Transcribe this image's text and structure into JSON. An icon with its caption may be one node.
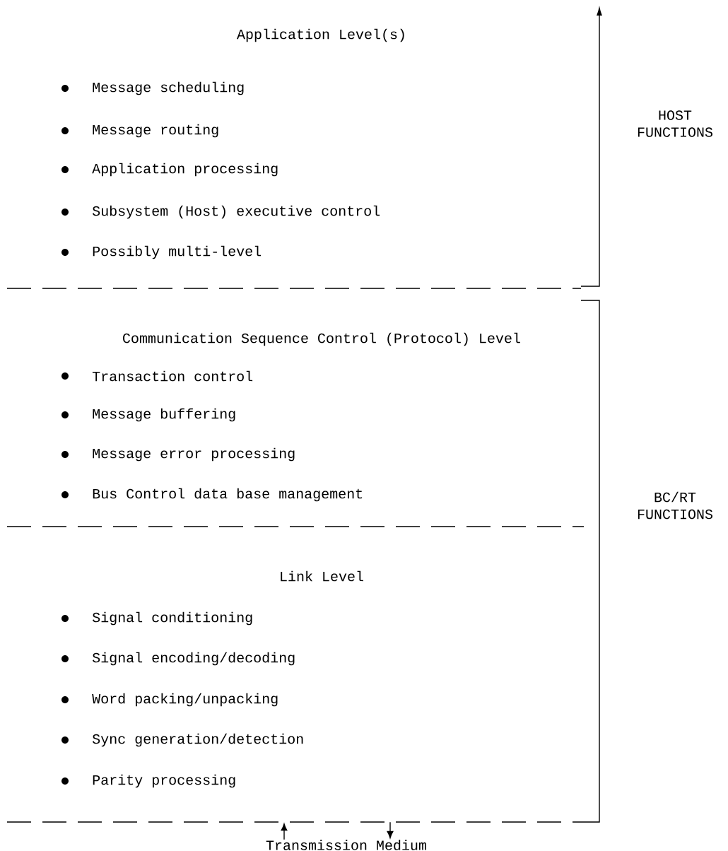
{
  "diagram": {
    "nodes": [
      {
        "text": [
          "Application Level(s)",
          "Message scheduling",
          "Message routing",
          "Application processing",
          "Subsystem (Host) executive control",
          "Possibly multi-level"
        ]
      },
      {
        "text": [
          "Communication Sequence Control (Protocol) Level",
          "Transaction control",
          "Message buffering",
          "Message error processing",
          "Bus Control data base management"
        ]
      },
      {
        "text": [
          "Link Level",
          "Signal conditioning",
          "Signal encoding/decoding",
          "Word packing/unpacking",
          "Sync generation/detection",
          "Parity processing"
        ]
      },
      {
        "text": [
          "Transmission Medium"
        ]
      }
    ],
    "edges": [
      {
        "from": 3,
        "to": 2,
        "arrow": "to"
      },
      {
        "from": 2,
        "to": 3,
        "arrow": "to"
      }
    ],
    "labels": [
      "HOST FUNCTIONS",
      "BC/RT FUNCTIONS"
    ]
  }
}
